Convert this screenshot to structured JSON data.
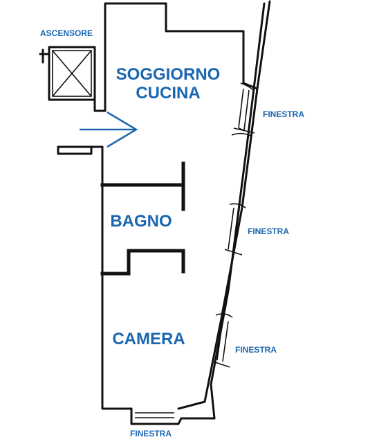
{
  "labels": {
    "elevator": "ASCENSORE",
    "living_line1": "SOGGIORNO",
    "living_line2": "CUCINA",
    "bathroom": "BAGNO",
    "bedroom": "CAMERA",
    "window": "FINESTRA"
  },
  "colors": {
    "label": "#1a66b0",
    "walls": "#111111",
    "arrow": "#1a66b0"
  },
  "icons": {
    "entrance": "entrance-arrow-icon",
    "elevator": "elevator-cross-icon"
  }
}
